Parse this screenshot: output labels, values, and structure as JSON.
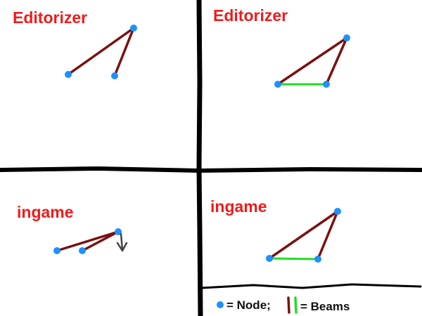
{
  "panels": {
    "top_left": {
      "title": "Editorizer"
    },
    "top_right": {
      "title": "Editorizer"
    },
    "bottom_left": {
      "title": "ingame"
    },
    "bottom_right": {
      "title": "ingame"
    }
  },
  "legend": {
    "node_label": "= Node;",
    "beams_label": "= Beams"
  },
  "colors": {
    "title": "#ee1c1c",
    "node": "#1e90ff",
    "beam_dark": "#7a1010",
    "beam_green": "#22dd22",
    "divider": "#000000",
    "arrow": "#444444"
  },
  "icons": {
    "node": "blue-dot-icon",
    "beams": "beam-bars-icon",
    "force": "down-arrow-icon"
  }
}
